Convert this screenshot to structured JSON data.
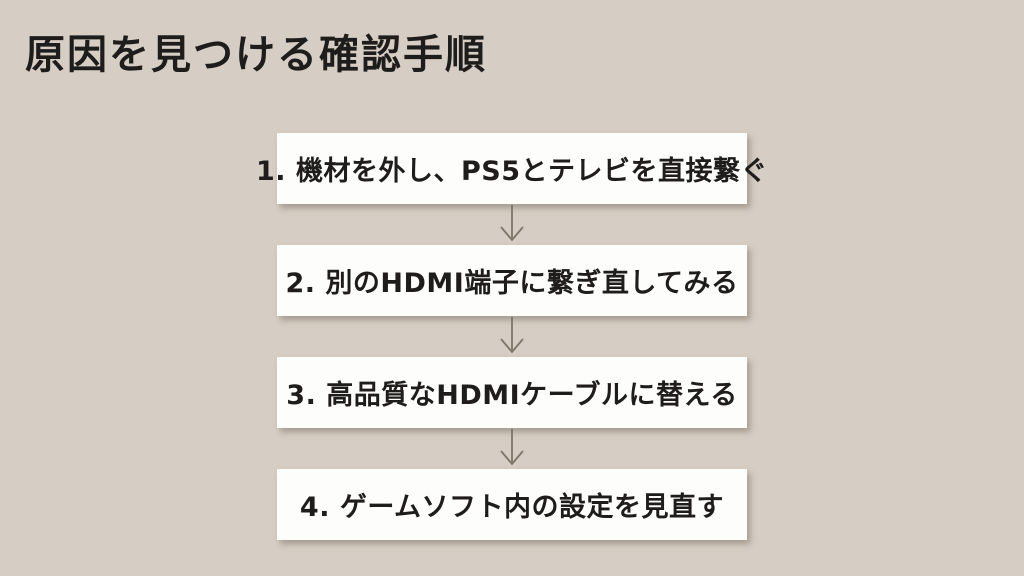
{
  "page": {
    "title": "原因を見つける確認手順"
  },
  "flow": {
    "steps": [
      {
        "label": "1. 機材を外し、PS5とテレビを直接繋ぐ"
      },
      {
        "label": "2. 別のHDMI端子に繋ぎ直してみる"
      },
      {
        "label": "3. 高品質なHDMIケーブルに替える"
      },
      {
        "label": "4. ゲームソフト内の設定を見直す"
      }
    ]
  },
  "colors": {
    "background": "#d6cdc4",
    "box_background": "#fdfdfc",
    "text": "#1e1d1b",
    "arrow": "#7d7467"
  }
}
